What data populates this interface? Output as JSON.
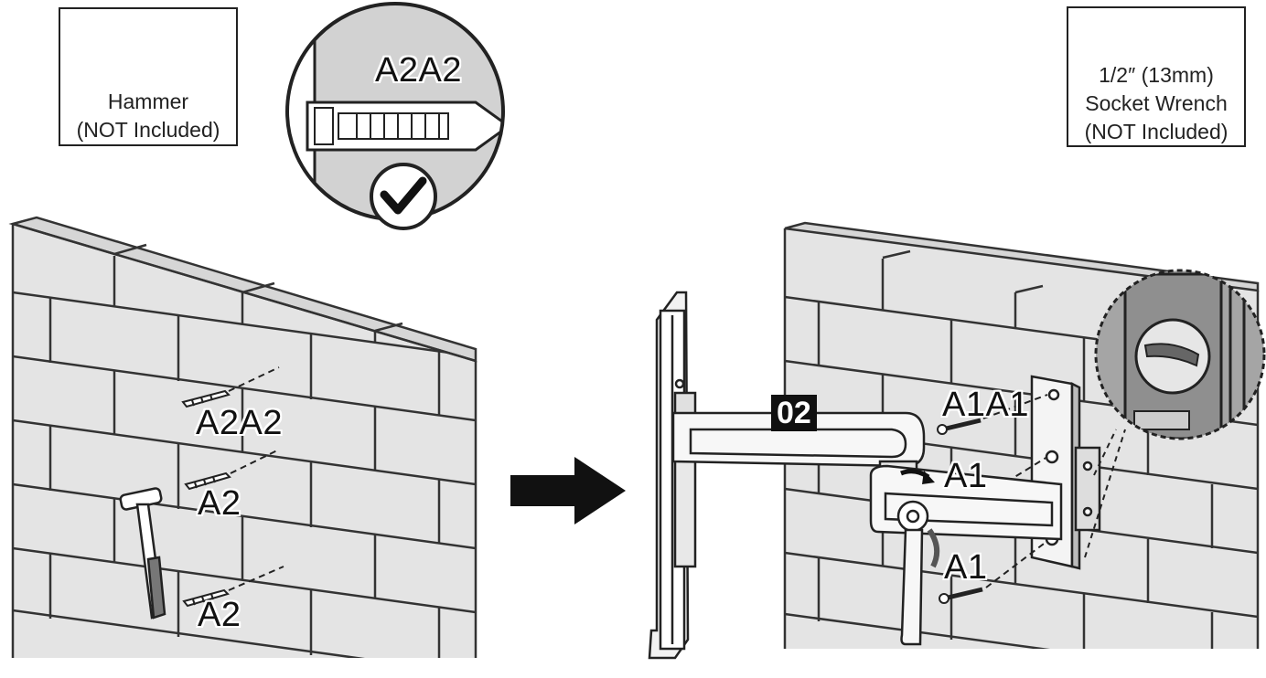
{
  "tools": {
    "hammer": {
      "name": "Hammer",
      "note": "(NOT Included)"
    },
    "wrench": {
      "size": "1/2″ (13mm)",
      "name": "Socket Wrench",
      "note": "(NOT Included)"
    }
  },
  "labels": {
    "anchor_detail": "A2A2",
    "anchor_top": "A2A2",
    "anchor_mid": "A2",
    "anchor_bottom": "A2",
    "bolt_top": "A1A1",
    "bolt_mid": "A1",
    "bolt_bottom": "A1"
  },
  "step_badge": "02",
  "icons": [
    "hammer-icon",
    "socket-wrench-icon",
    "checkmark-icon",
    "arrow-right-icon"
  ]
}
